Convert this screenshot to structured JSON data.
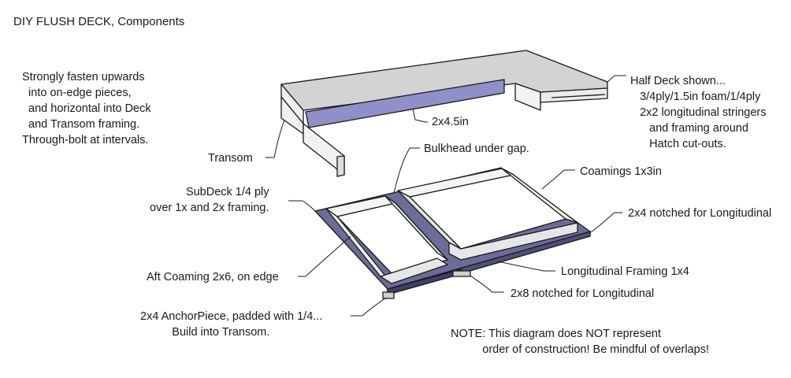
{
  "title": "DIY FLUSH DECK, Components",
  "labels": {
    "fasten_note": "Strongly fasten upwards\n  into on-edge pieces,\n  and horizontal into Deck\n  and Transom framing.\nThrough-bolt at intervals.",
    "transom": "Transom",
    "dim_2x45": "2x4.5in",
    "half_deck": "Half Deck shown...\n   3/4ply/1.5in foam/1/4ply\n   2x2 longitudinal stringers\n      and framing around\n      Hatch cut-outs.",
    "bulkhead": "Bulkhead under gap.",
    "subdeck": "SubDeck 1/4 ply\nover 1x and 2x framing.",
    "coamings": "Coamings 1x3in",
    "notched_2x4": "2x4 notched for Longitudinal",
    "aft_coaming": "Aft Coaming 2x6, on edge",
    "longitudinal": "Longitudinal Framing 1x4",
    "notched_2x8": "2x8 notched for Longitudinal",
    "anchor": "2x4 AnchorPiece, padded with 1/4...\n          Build into Transom.",
    "note": "NOTE: This diagram does NOT represent\n          order of construction! Be mindful of overlaps!"
  },
  "colors": {
    "deck_top": "#d4d4d4",
    "deck_side": "#f2f2f2",
    "deck_underside": "#8c8cc8",
    "subdeck_blue": "#6d6d98",
    "frame": "#eeeeee",
    "outline": "#1a1a1a"
  }
}
